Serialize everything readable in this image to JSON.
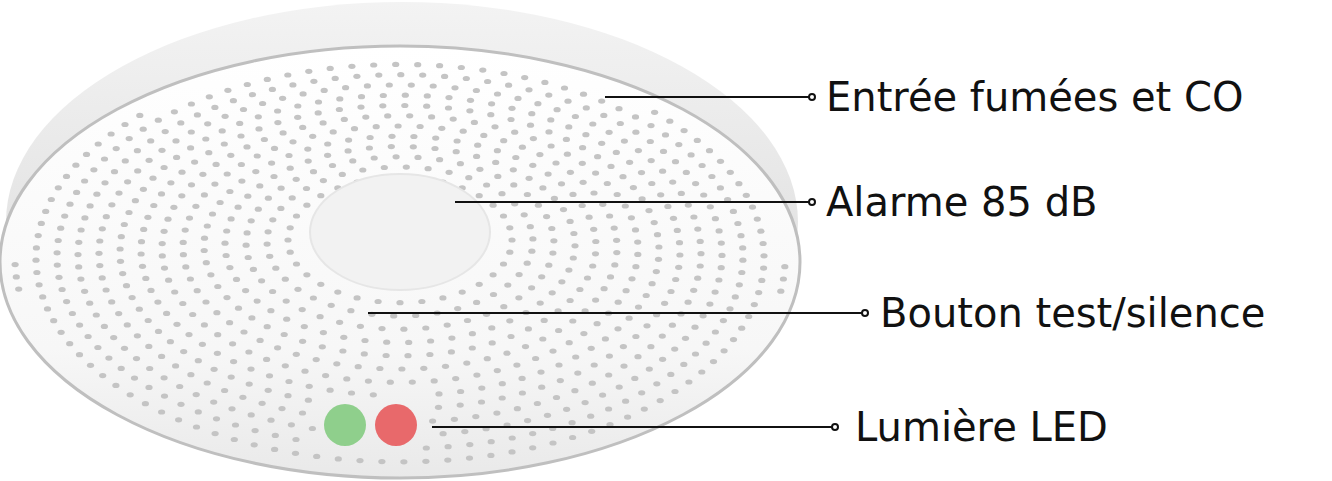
{
  "diagram": {
    "labels": [
      "Entrée fumées et CO",
      "Alarme 85 dB",
      "Bouton test/silence",
      "Lumière LED"
    ]
  }
}
